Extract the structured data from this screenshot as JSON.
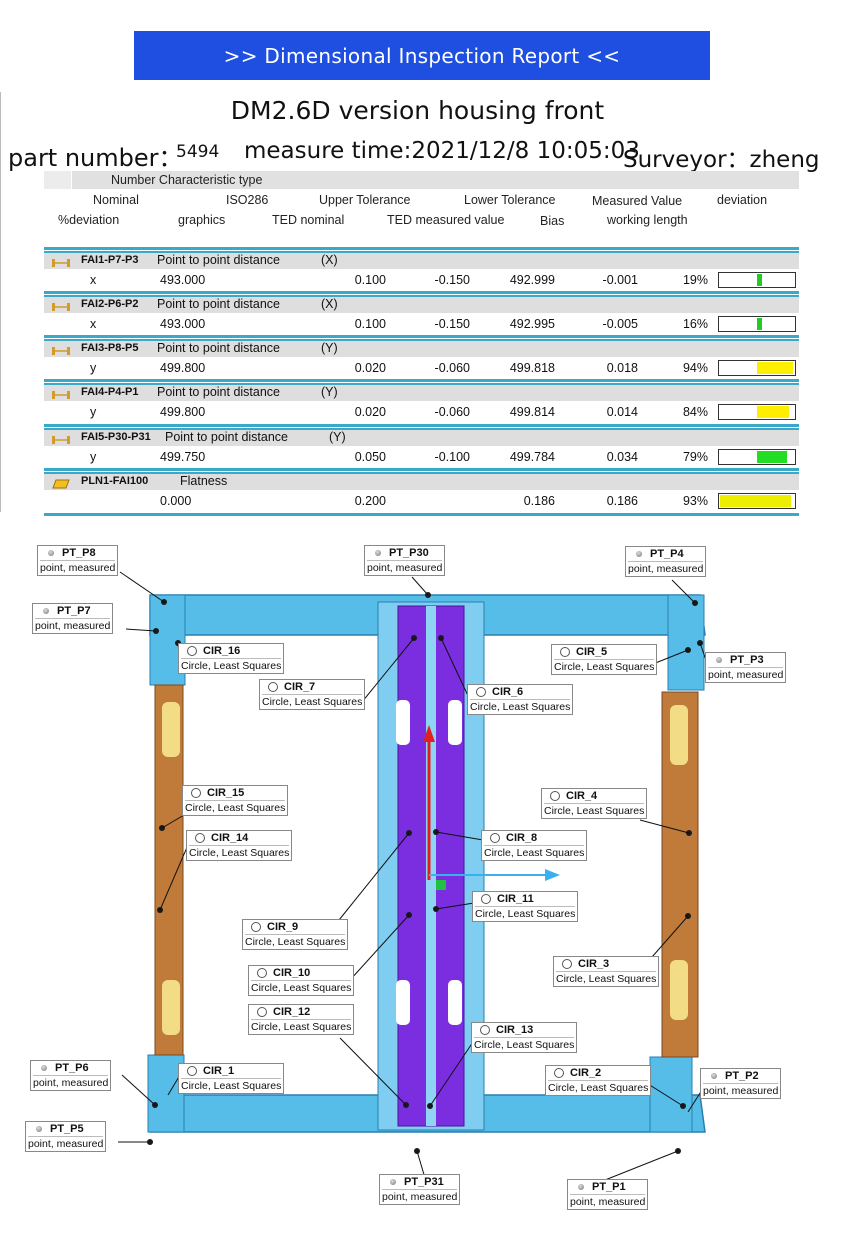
{
  "banner": ">> Dimensional Inspection Report <<",
  "title": "DM2.6D version housing front",
  "meta": {
    "part_number_label": "part number：",
    "part_number": "5494",
    "measure_time_label": "measure time:2021/12/8 10:05:03",
    "surveyor_label": "Surveyor：zheng"
  },
  "headers": {
    "number_char_type": "Number Characteristic type",
    "nominal": "Nominal",
    "iso286": "ISO286",
    "upper_tol": "Upper Tolerance",
    "lower_tol": "Lower Tolerance",
    "measured": "Measured Value",
    "deviation": "deviation",
    "pct_dev": "%deviation",
    "graphics": "graphics",
    "ted_nominal": "TED nominal",
    "ted_measured": "TED measured value",
    "bias": "Bias",
    "working_length": "working length"
  },
  "rows": [
    {
      "id": "FAI1-P7-P3",
      "desc": "Point to point distance",
      "axis_label": "(X)",
      "axis": "x",
      "nominal": "493.000",
      "upper": "0.100",
      "lower": "-0.150",
      "measured": "492.999",
      "deviation": "-0.001",
      "pct": "19%",
      "pct_value": 19,
      "color": "#22cc22",
      "icon": "distance-icon"
    },
    {
      "id": "FAI2-P6-P2",
      "desc": "Point to point distance",
      "axis_label": "(X)",
      "axis": "x",
      "nominal": "493.000",
      "upper": "0.100",
      "lower": "-0.150",
      "measured": "492.995",
      "deviation": "-0.005",
      "pct": "16%",
      "pct_value": 16,
      "color": "#22cc22",
      "icon": "distance-icon"
    },
    {
      "id": "FAI3-P8-P5",
      "desc": "Point to point distance",
      "axis_label": "(Y)",
      "axis": "y",
      "nominal": "499.800",
      "upper": "0.020",
      "lower": "-0.060",
      "measured": "499.818",
      "deviation": "0.018",
      "pct": "94%",
      "pct_value": 94,
      "color": "#ffee00",
      "icon": "distance-icon"
    },
    {
      "id": "FAI4-P4-P1",
      "desc": "Point to point distance",
      "axis_label": "(Y)",
      "axis": "y",
      "nominal": "499.800",
      "upper": "0.020",
      "lower": "-0.060",
      "measured": "499.814",
      "deviation": "0.014",
      "pct": "84%",
      "pct_value": 84,
      "color": "#ffee00",
      "icon": "distance-icon"
    },
    {
      "id": "FAI5-P30-P31",
      "desc": "Point to point distance",
      "axis_label": "(Y)",
      "axis": "y",
      "nominal": "499.750",
      "upper": "0.050",
      "lower": "-0.100",
      "measured": "499.784",
      "deviation": "0.034",
      "pct": "79%",
      "pct_value": 79,
      "color": "#22dd22",
      "icon": "distance-icon"
    },
    {
      "id": "PLN1-FAI100",
      "desc": "Flatness",
      "axis_label": "",
      "axis": "",
      "nominal": "0.000",
      "upper": "0.200",
      "lower": "",
      "measured": "0.186",
      "deviation": "0.186",
      "pct": "93%",
      "pct_value": 93,
      "color": "#eeee00",
      "icon": "flatness-icon"
    }
  ],
  "callouts": [
    {
      "name": "PT_P8",
      "sub": "point, measured",
      "kind": "pt"
    },
    {
      "name": "PT_P30",
      "sub": "point, measured",
      "kind": "pt"
    },
    {
      "name": "PT_P4",
      "sub": "point, measured",
      "kind": "pt"
    },
    {
      "name": "PT_P7",
      "sub": "point, measured",
      "kind": "pt"
    },
    {
      "name": "CIR_16",
      "sub": "Circle, Least Squares",
      "kind": "cir"
    },
    {
      "name": "CIR_5",
      "sub": "Circle, Least Squares",
      "kind": "cir"
    },
    {
      "name": "PT_P3",
      "sub": "point, measured",
      "kind": "pt"
    },
    {
      "name": "CIR_7",
      "sub": "Circle, Least Squares",
      "kind": "cir"
    },
    {
      "name": "CIR_6",
      "sub": "Circle, Least Squares",
      "kind": "cir"
    },
    {
      "name": "CIR_15",
      "sub": "Circle, Least Squares",
      "kind": "cir"
    },
    {
      "name": "CIR_4",
      "sub": "Circle, Least Squares",
      "kind": "cir"
    },
    {
      "name": "CIR_14",
      "sub": "Circle, Least Squares",
      "kind": "cir"
    },
    {
      "name": "CIR_8",
      "sub": "Circle, Least Squares",
      "kind": "cir"
    },
    {
      "name": "CIR_11",
      "sub": "Circle, Least Squares",
      "kind": "cir"
    },
    {
      "name": "CIR_9",
      "sub": "Circle, Least Squares",
      "kind": "cir"
    },
    {
      "name": "CIR_3",
      "sub": "Circle, Least Squares",
      "kind": "cir"
    },
    {
      "name": "CIR_10",
      "sub": "Circle, Least Squares",
      "kind": "cir"
    },
    {
      "name": "CIR_12",
      "sub": "Circle, Least Squares",
      "kind": "cir"
    },
    {
      "name": "CIR_13",
      "sub": "Circle, Least Squares",
      "kind": "cir"
    },
    {
      "name": "PT_P6",
      "sub": "point, measured",
      "kind": "pt"
    },
    {
      "name": "CIR_1",
      "sub": "Circle, Least Squares",
      "kind": "cir"
    },
    {
      "name": "CIR_2",
      "sub": "Circle, Least Squares",
      "kind": "cir"
    },
    {
      "name": "PT_P2",
      "sub": "point, measured",
      "kind": "pt"
    },
    {
      "name": "PT_P5",
      "sub": "point, measured",
      "kind": "pt"
    },
    {
      "name": "PT_P31",
      "sub": "point, measured",
      "kind": "pt"
    },
    {
      "name": "PT_P1",
      "sub": "point, measured",
      "kind": "pt"
    }
  ],
  "colors": {
    "banner": "#1f4fe0",
    "frame": "#55bde8",
    "rail": "#c07a3a",
    "center": "#7a2ee0",
    "ok": "#22cc22",
    "warn": "#ffee00",
    "separator": "#3aa8c8"
  }
}
